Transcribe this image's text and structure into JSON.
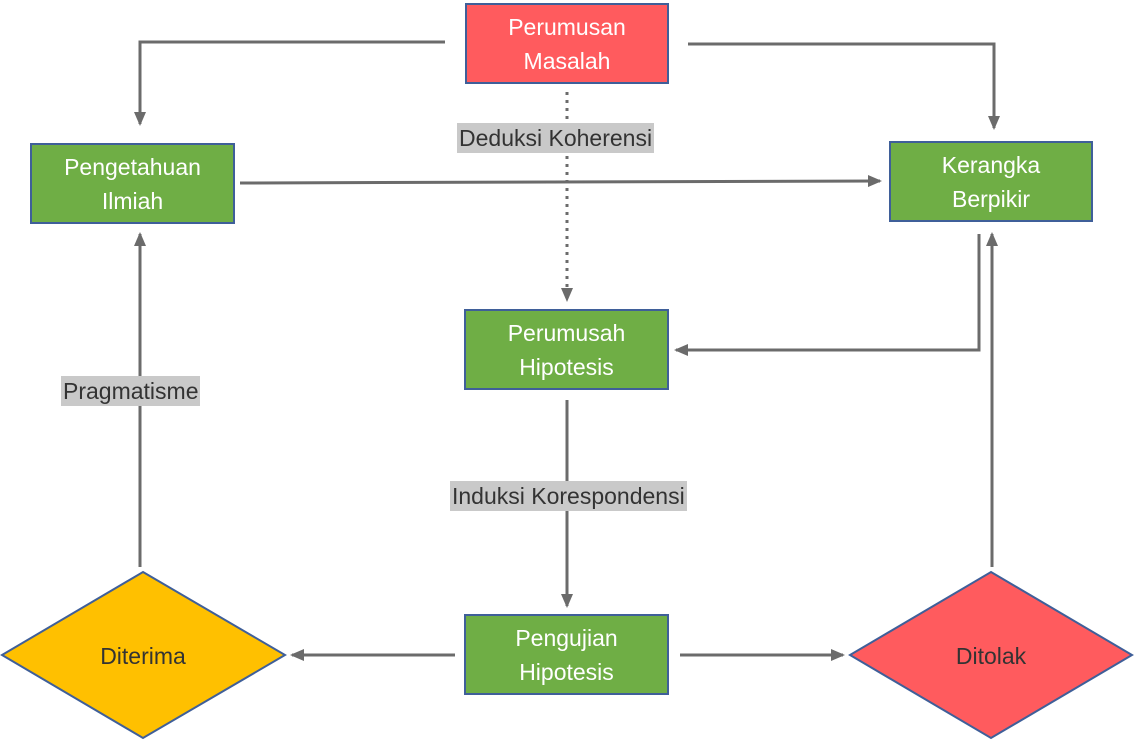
{
  "colors": {
    "problem": "#ff5b5e",
    "process": "#6fae45",
    "accepted": "#ffc000",
    "rejected": "#ff5b5e",
    "border": "#3f5f99",
    "arrow": "#6b6b6b",
    "label_bg": "#c9c9c9"
  },
  "nodes": {
    "perumusan_masalah": "Perumusan\nMasalah",
    "pengetahuan_ilmiah": "Pengetahuan\nIlmiah",
    "kerangka_berpikir": "Kerangka\nBerpikir",
    "perumusan_hipotesis": "Perumusah\nHipotesis",
    "pengujian_hipotesis": "Pengujian\nHipotesis",
    "diterima": "Diterima",
    "ditolak": "Ditolak"
  },
  "edge_labels": {
    "deduksi": "Deduksi Koherensi",
    "induksi": "Induksi Korespondensi",
    "pragmatisme": "Pragmatisme"
  }
}
